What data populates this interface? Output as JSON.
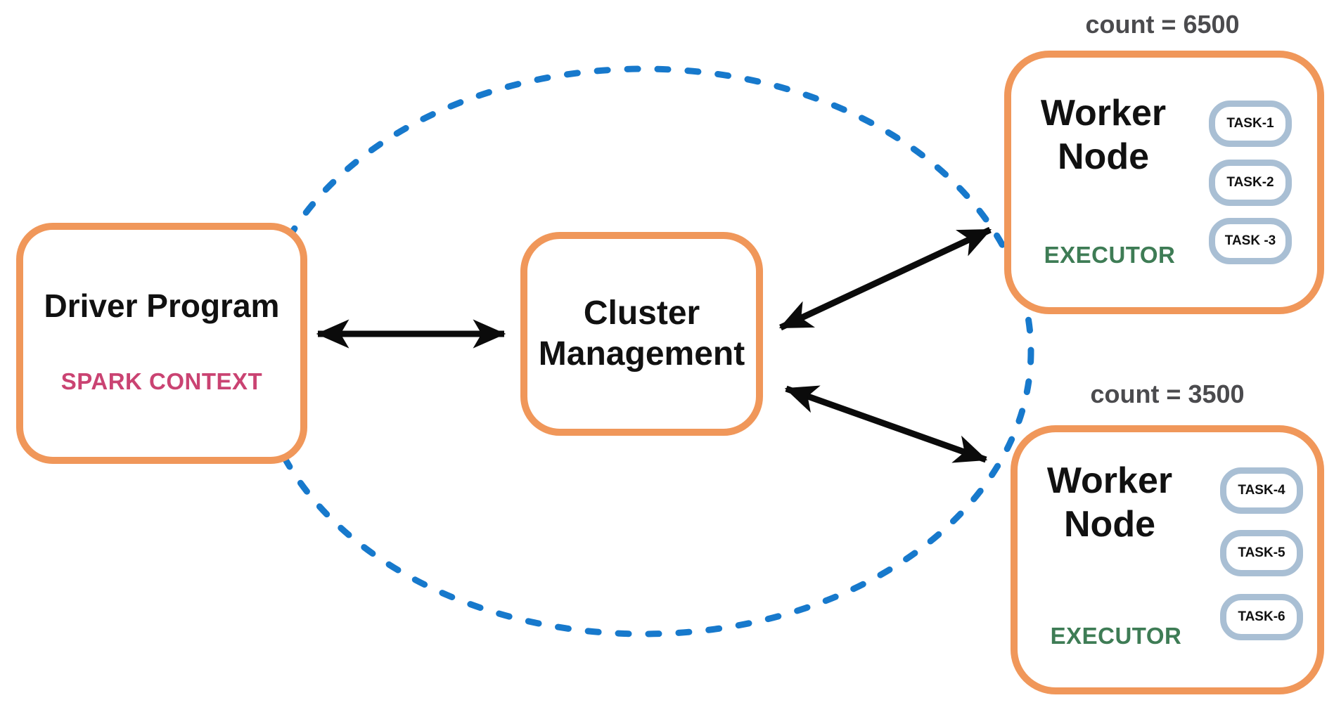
{
  "colors": {
    "box_border_orange": "#F0975A",
    "ellipse_blue": "#1779CC",
    "arrow_black": "#0B0B0B",
    "spark_context_pink": "#CA4372",
    "executor_green": "#3E7C55",
    "count_gray": "#4B4B4E",
    "task_border_blue": "#A9BFD4",
    "text_black": "#111111"
  },
  "driver": {
    "title": "Driver Program",
    "subtitle": "SPARK CONTEXT"
  },
  "cluster": {
    "title": "Cluster Management"
  },
  "workers": {
    "top": {
      "count_label": "count = 6500",
      "title": "Worker Node",
      "role": "EXECUTOR",
      "tasks": [
        "TASK-1",
        "TASK-2",
        "TASK -3"
      ]
    },
    "bottom": {
      "count_label": "count = 3500",
      "title": "Worker Node",
      "role": "EXECUTOR",
      "tasks": [
        "TASK-4",
        "TASK-5",
        "TASK-6"
      ]
    }
  }
}
